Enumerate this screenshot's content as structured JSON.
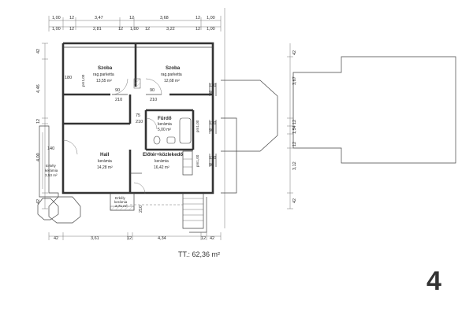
{
  "dimensions": {
    "top_row1": [
      "1,00",
      "12",
      "3,47",
      "12",
      "3,68",
      "12",
      "1,00"
    ],
    "top_row2": [
      "1,00",
      "12",
      "2,81",
      "12",
      "1,00",
      "12",
      "3,22",
      "12",
      "1,00"
    ],
    "left": [
      "42",
      "4,46",
      "12",
      "4,00",
      "42"
    ],
    "left_inner": [
      "180",
      "140"
    ],
    "right_window_heights": [
      "120",
      "90",
      "120",
      "90",
      "120",
      "90"
    ],
    "right_side": [
      "42",
      "3,67",
      "12",
      "1,54",
      "12",
      "3,12",
      "42"
    ],
    "bottom": [
      "42",
      "3,61",
      "12",
      "4,34",
      "12",
      "42"
    ]
  },
  "rooms": {
    "szoba1": {
      "name": "Szoba",
      "floor": "rag.parketta",
      "area": "13,55 m²"
    },
    "szoba2": {
      "name": "Szoba",
      "floor": "rag.parketta",
      "area": "12,68 m²"
    },
    "furdo": {
      "name": "Fürdő",
      "floor": "kerámia",
      "area": "5,00 m²"
    },
    "hall": {
      "name": "Hall",
      "floor": "kerámia",
      "area": "14,28 m²"
    },
    "eloter": {
      "name": "Előtér+közlekedő",
      "floor": "kerámia",
      "area": "16,42 m²"
    },
    "erkely_left": {
      "name": "Erkély",
      "floor": "kerámia",
      "area": "3,53 m²"
    },
    "erkely_bottom": {
      "name": "Erkély",
      "floor": "kerámia",
      "area": "2,71 m²"
    }
  },
  "door_labels": {
    "szoba1_door": [
      "90",
      "210"
    ],
    "szoba2_door": [
      "90",
      "210"
    ],
    "furdo_door": [
      "75",
      "210"
    ],
    "entry_door": [
      "210"
    ]
  },
  "window_labels": {
    "pm_left": "pm1,00",
    "pm_right1": "pm1,00",
    "pm_right2": "pm1,00"
  },
  "total_area": "TT.: 62,36 m²",
  "page_number": "4"
}
